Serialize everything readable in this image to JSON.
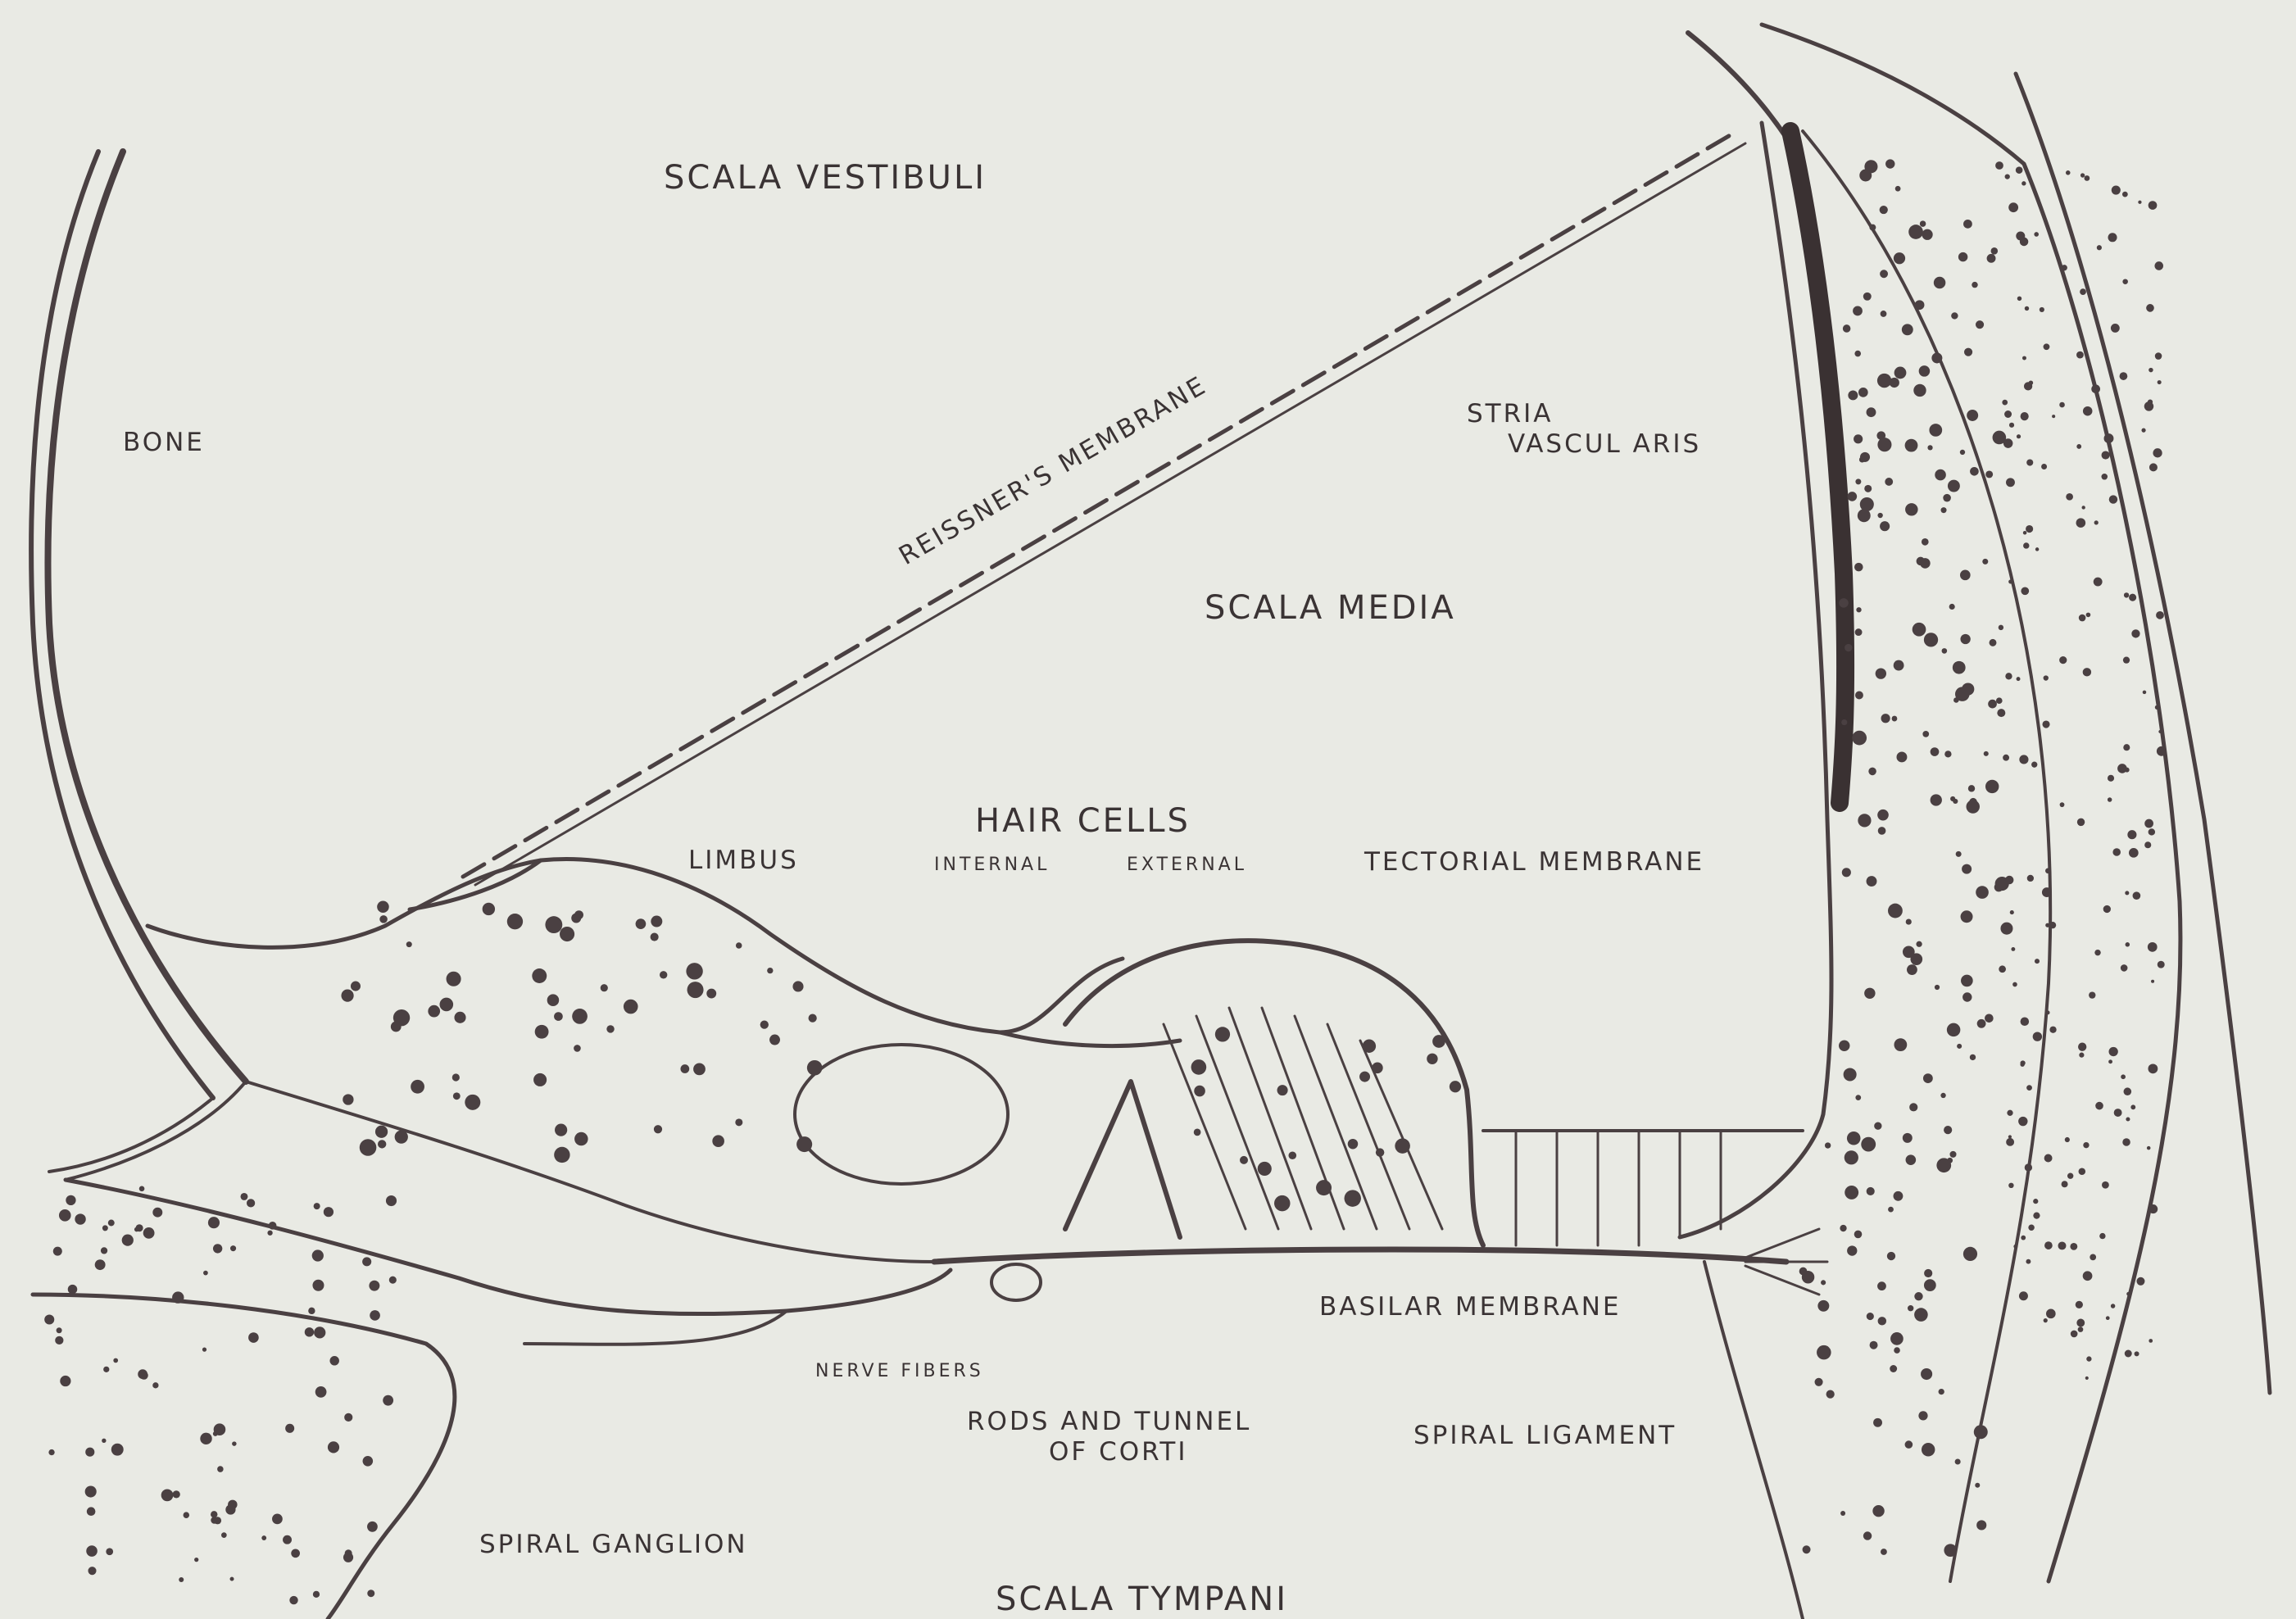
{
  "labels": {
    "scala_vestibuli": "SCALA VESTIBULI",
    "bone": "BONE",
    "reissners_membrane": "REISSNER'S MEMBRANE",
    "stria_vascularis_1": "STRIA",
    "stria_vascularis_2": "VASCUL ARIS",
    "scala_media": "SCALA MEDIA",
    "hair_cells": "HAIR CELLS",
    "internal": "INTERNAL",
    "external": "EXTERNAL",
    "limbus": "LIMBUS",
    "tectorial_membrane": "TECTORIAL MEMBRANE",
    "basilar_membrane": "BASILAR MEMBRANE",
    "nerve_fibers": "NERVE FIBERS",
    "rods_and_tunnel_1": "RODS AND TUNNEL",
    "rods_and_tunnel_2": "OF CORTI",
    "spiral_ligament": "SPIRAL LIGAMENT",
    "spiral_ganglion": "SPIRAL GANGLION",
    "scala_tympani": "SCALA TYMPANI"
  },
  "colors": {
    "background": "#e9eae4",
    "ink": "#4a4042"
  }
}
